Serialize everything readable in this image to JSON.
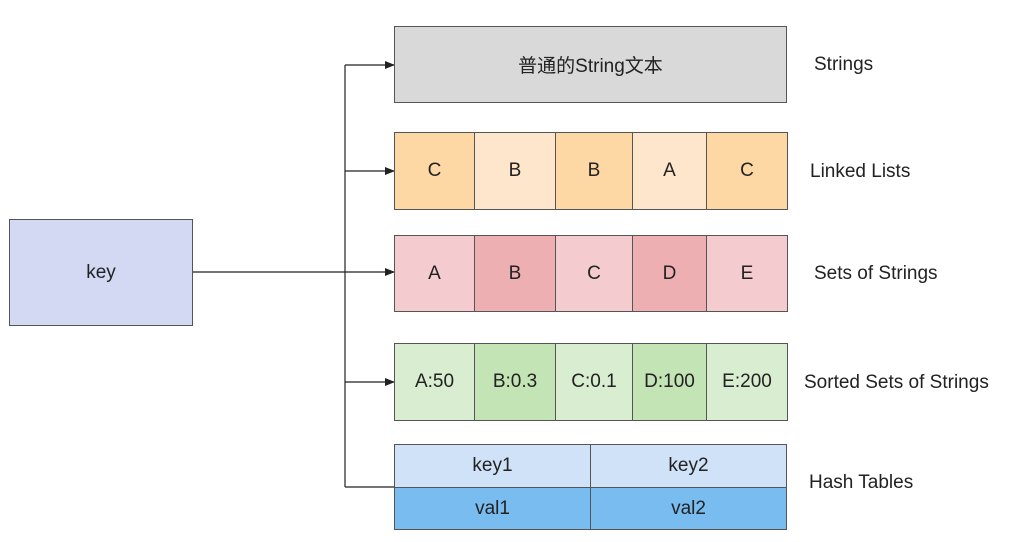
{
  "key": {
    "label": "key",
    "color": "#d3d9f3"
  },
  "strings": {
    "text": "普通的String文本",
    "label": "Strings",
    "color": "#d9d9d9"
  },
  "linked_lists": {
    "label": "Linked Lists",
    "cells": [
      {
        "text": "C",
        "color": "#fdd7a4"
      },
      {
        "text": "B",
        "color": "#fde6cc"
      },
      {
        "text": "B",
        "color": "#fdd7a4"
      },
      {
        "text": "A",
        "color": "#fde6cc"
      },
      {
        "text": "C",
        "color": "#fdd7a4"
      }
    ]
  },
  "sets": {
    "label": "Sets of Strings",
    "cells": [
      {
        "text": "A",
        "color": "#f4cccf"
      },
      {
        "text": "B",
        "color": "#eeafb2"
      },
      {
        "text": "C",
        "color": "#f4cccf"
      },
      {
        "text": "D",
        "color": "#eeafb2"
      },
      {
        "text": "E",
        "color": "#f4cccf"
      }
    ]
  },
  "sorted_sets": {
    "label": "Sorted Sets of Strings",
    "cells": [
      {
        "text": "A:50",
        "color": "#d9edd0"
      },
      {
        "text": "B:0.3",
        "color": "#c3e4b4"
      },
      {
        "text": "C:0.1",
        "color": "#d9edd0"
      },
      {
        "text": "D:100",
        "color": "#c3e4b4"
      },
      {
        "text": "E:200",
        "color": "#d9edd0"
      }
    ]
  },
  "hash": {
    "label": "Hash Tables",
    "key_color": "#cfe2f7",
    "val_color": "#79bdf0",
    "keys": [
      "key1",
      "key2"
    ],
    "vals": [
      "val1",
      "val2"
    ]
  }
}
